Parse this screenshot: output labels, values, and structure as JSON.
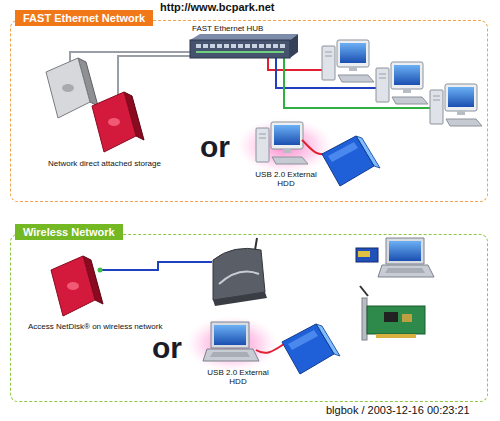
{
  "diagram": {
    "nodes": [
      {
        "text": [
          "FAST Ethernet Network"
        ]
      },
      {
        "text": [
          "Wireless Network"
        ]
      }
    ],
    "labels": [
      "http://www.bcpark.net",
      "FAST Ethernet HUB",
      "Network direct attached storage",
      "or",
      "USB 2.0 External HDD",
      "Access NetDisk® on wireless network",
      "or",
      "USB 2.0 External HDD",
      "blgbok / 2003-12-16 00:23:21"
    ]
  }
}
